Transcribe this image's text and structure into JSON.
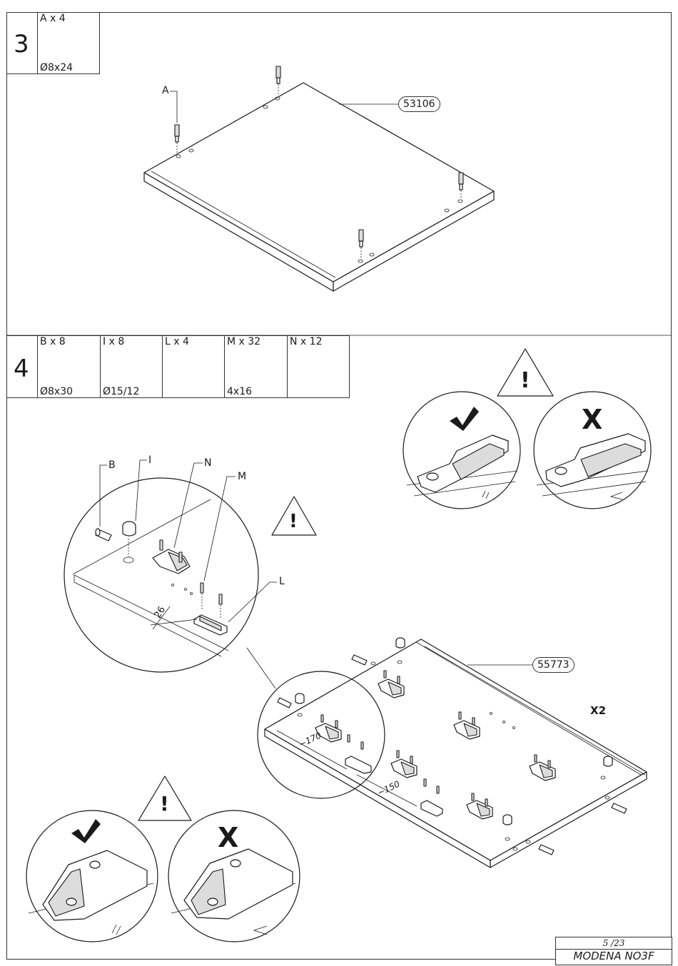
{
  "step3": {
    "number": "3",
    "part": {
      "qty": "A x 4",
      "dim": "Ø8x24",
      "icon": "cam-bolt-icon"
    },
    "label_A": "A",
    "panel_code": "53106"
  },
  "step4": {
    "number": "4",
    "parts": [
      {
        "qty": "B x 8",
        "dim": "Ø8x30",
        "icon": "dowel-icon"
      },
      {
        "qty": "I x 8",
        "dim": "Ø15/12",
        "icon": "cam-lock-icon"
      },
      {
        "qty": "L x 4",
        "dim": "",
        "icon": "drawer-runner-bracket-icon"
      },
      {
        "qty": "M x 32",
        "dim": "4x16",
        "icon": "screw-icon"
      },
      {
        "qty": "N x 12",
        "dim": "",
        "icon": "corner-bracket-icon"
      }
    ],
    "callouts": {
      "B": "B",
      "I": "I",
      "N": "N",
      "M": "M",
      "L": "L"
    },
    "dimension_26": "26",
    "dimension_170": "~170",
    "dimension_150": "~150",
    "panel_code": "55773",
    "multiplier": "X2",
    "check_mark": "✔",
    "cross_mark": "X",
    "warning_mark": "!"
  },
  "footer": {
    "page": "5 /23",
    "model": "MODENA NO3F"
  }
}
